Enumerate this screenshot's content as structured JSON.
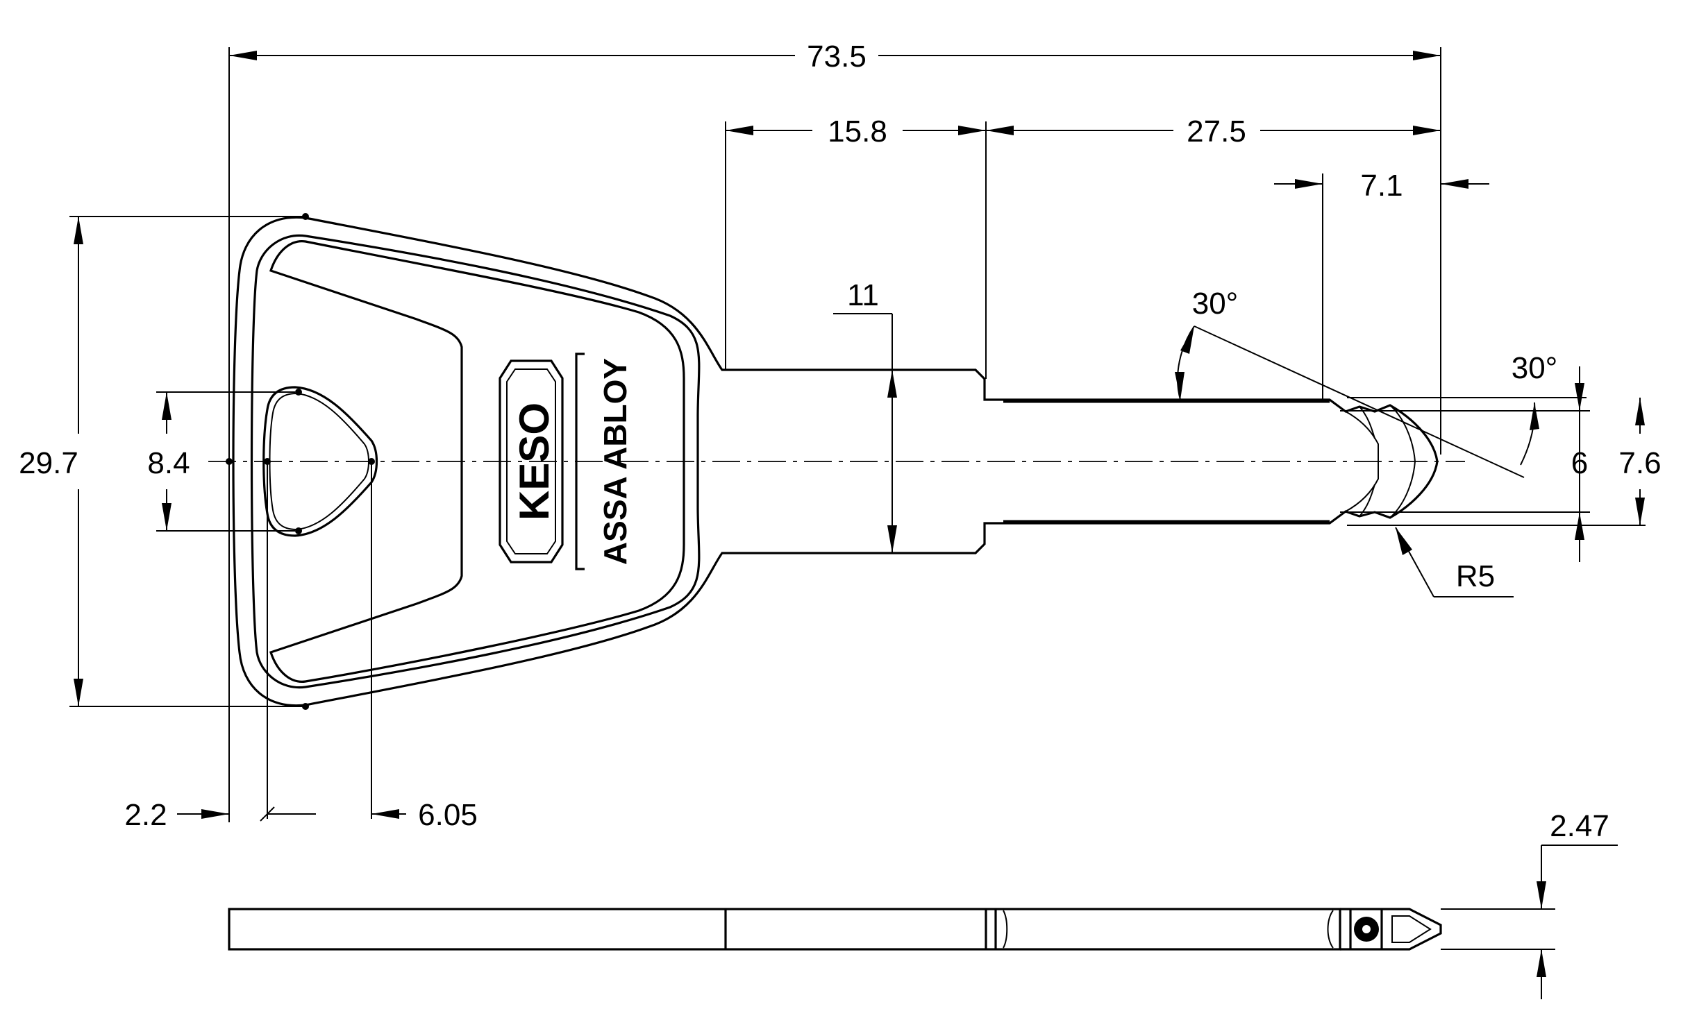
{
  "drawing": {
    "dimensions": {
      "overall_length": "73.5",
      "head_to_shoulder": "15.8",
      "shoulder_to_tip": "27.5",
      "tip_offset": "7.1",
      "shank_width": "11",
      "angle_top": "30°",
      "angle_tip": "30°",
      "tip_width_inner": "6",
      "tip_width_outer": "7.6",
      "tip_radius": "R5",
      "head_height": "29.7",
      "hole_height": "8.4",
      "hole_left": "2.2",
      "hole_right": "6.05",
      "thickness": "2.47"
    },
    "branding": {
      "logo": "KESO",
      "company": "ASSA ABLOY"
    }
  }
}
